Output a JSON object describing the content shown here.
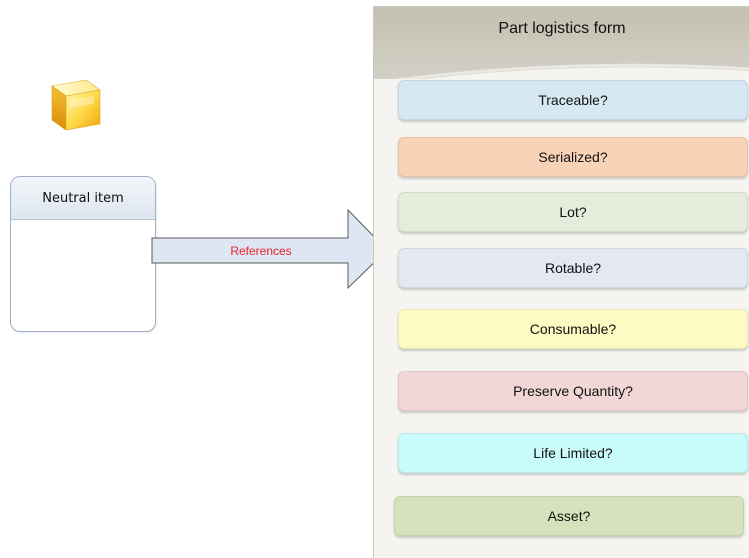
{
  "item": {
    "title": "Neutral item",
    "icon": "cube-icon"
  },
  "connector": {
    "label": "References",
    "label_color": "#e8242c",
    "fill": "#dde6f2",
    "stroke": "#5a5a5a"
  },
  "form": {
    "title": "Part logistics form",
    "header_color": "#c9c6b8",
    "fields": [
      {
        "label": "Traceable?",
        "color": "#d6e9f3"
      },
      {
        "label": "Serialized?",
        "color": "#f9d3b7"
      },
      {
        "label": "Lot?",
        "color": "#e5ecdb"
      },
      {
        "label": "Rotable?",
        "color": "#e3e8f3"
      },
      {
        "label": "Consumable?",
        "color": "#fdfbc3"
      },
      {
        "label": "Preserve Quantity?",
        "color": "#f3d7d7"
      },
      {
        "label": "Life Limited?",
        "color": "#c9fbfb"
      },
      {
        "label": "Asset?",
        "color": "#d6e2bb"
      }
    ]
  }
}
